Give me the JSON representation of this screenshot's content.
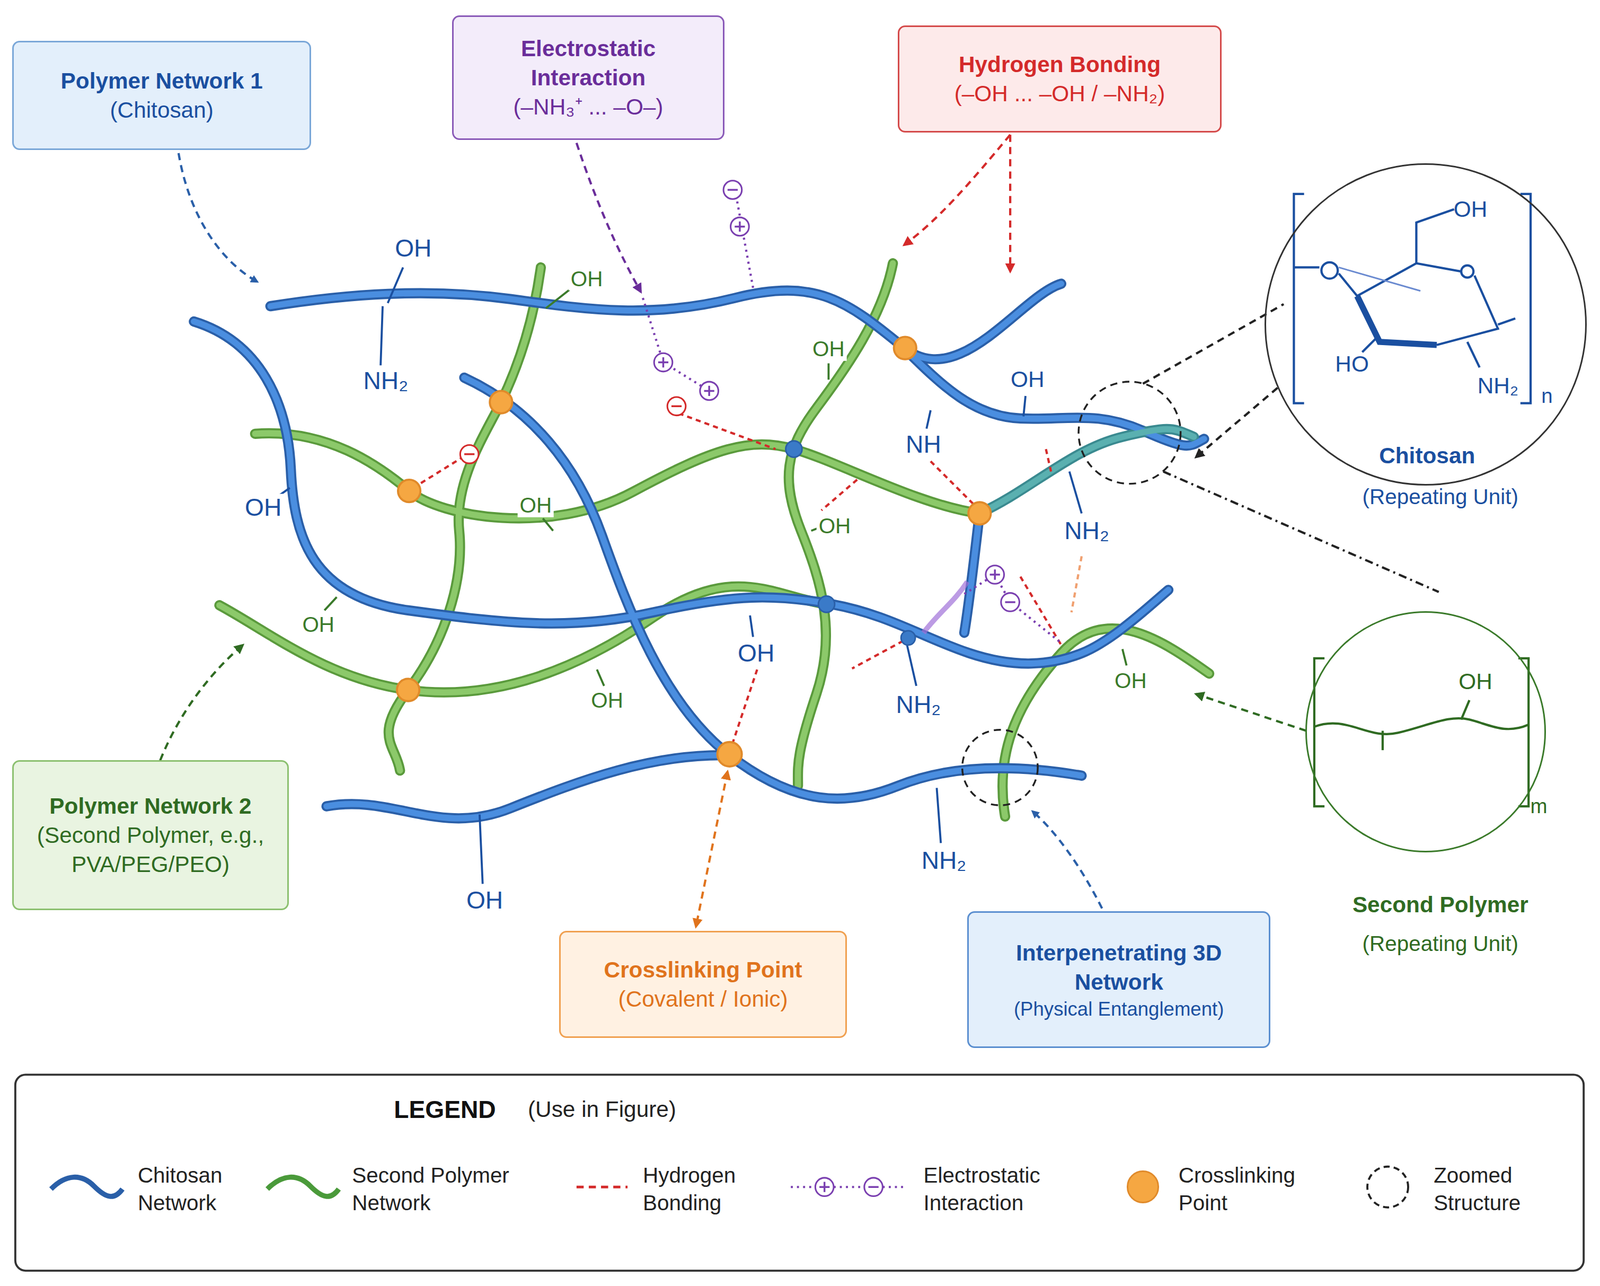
{
  "diagram": {
    "nodes": [
      {
        "text": [
          "Polymer Network 1",
          "(Chitosan)"
        ]
      },
      {
        "text": [
          "Electrostatic Interaction",
          "(–NH₃⁺ ... –O–)"
        ]
      },
      {
        "text": [
          "Hydrogen Bonding",
          "(–OH ... –OH / –NH₂)"
        ]
      },
      {
        "text": [
          "Chitosan",
          "(Repeating Unit)"
        ]
      },
      {
        "text": [
          "Polymer Network 2",
          "(Second Polymer, e.g., PVA/PEG/PEO)"
        ]
      },
      {
        "text": [
          "Second Polymer",
          "(Repeating Unit)"
        ]
      },
      {
        "text": [
          "Crosslinking Point",
          "(Covalent / Ionic)"
        ]
      },
      {
        "text": [
          "Interpenetrating 3D Network",
          "(Physical Entanglement)"
        ]
      }
    ],
    "labels": [
      "OH",
      "NH₂",
      "OH",
      "OH",
      "OH",
      "NH",
      "OH",
      "OH",
      "OH",
      "NH₂",
      "OH",
      "OH",
      "OH",
      "NH₂",
      "OH",
      "OH",
      "NH₂",
      "OH",
      "HO",
      "NH₂",
      "n",
      "OH",
      "m",
      "LEGEND",
      "(Use in Figure)"
    ],
    "legend": [
      {
        "text": "Chitosan Network"
      },
      {
        "text": "Second Polymer Network"
      },
      {
        "text": "Hydrogen Bonding"
      },
      {
        "text": "Electrostatic Interaction"
      },
      {
        "text": "Crosslinking Point",
        "color": "#f5a742"
      },
      {
        "text": "Zoomed Structure"
      }
    ]
  }
}
